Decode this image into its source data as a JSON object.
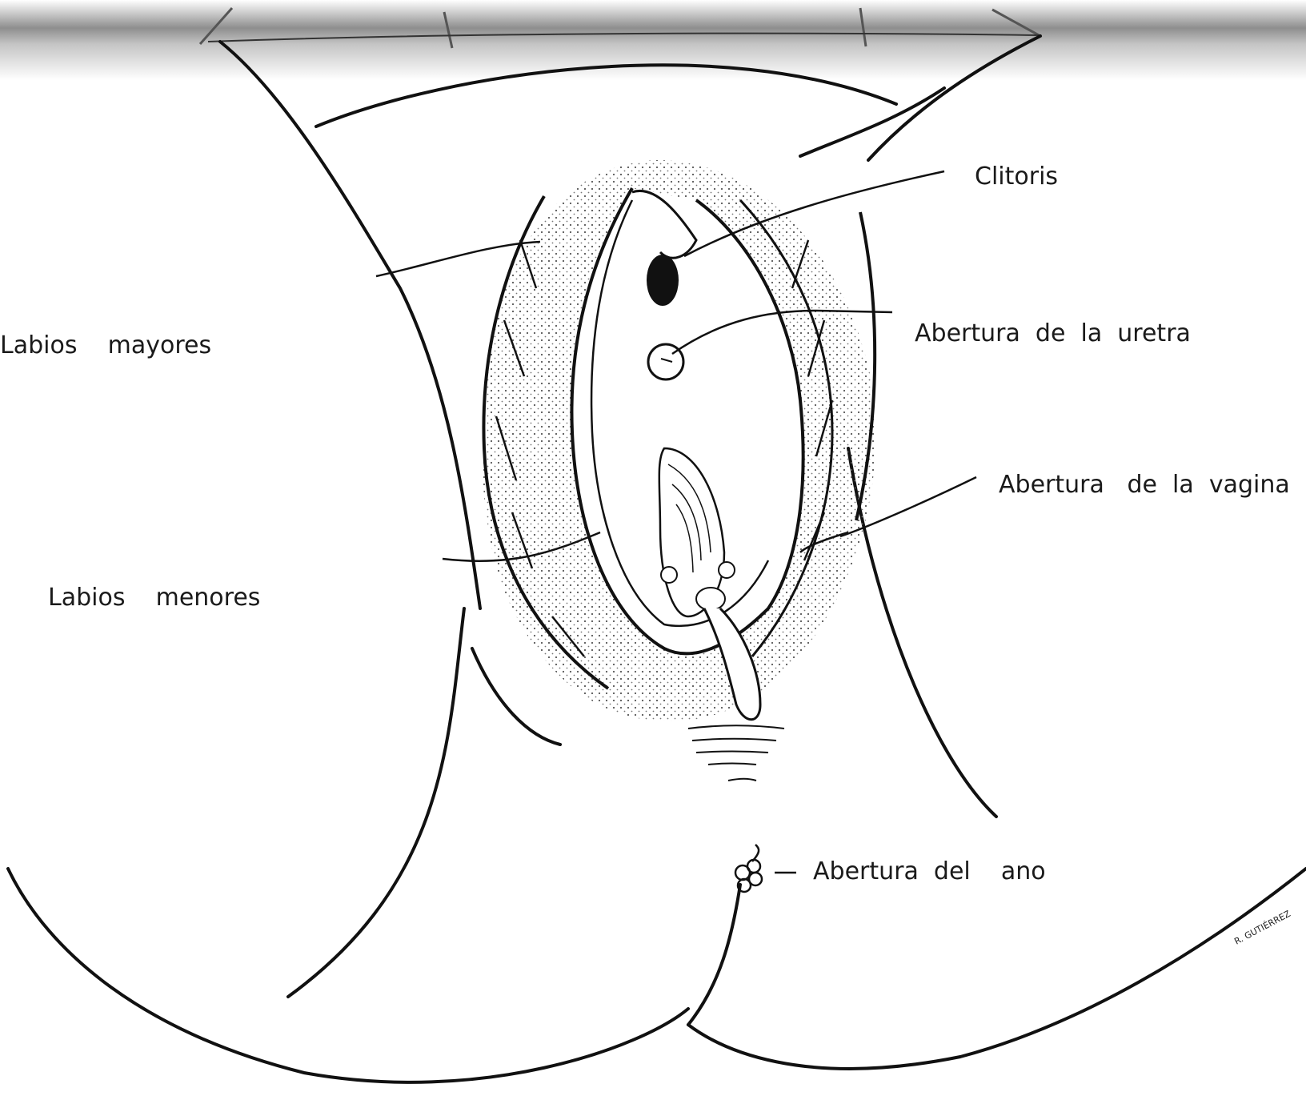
{
  "labels": {
    "clitoris": "Clitoris",
    "uretra": "Abertura  de  la  uretra",
    "vagina": "Abertura   de  la  vagina",
    "labios_mayores": "Labios    mayores",
    "labios_menores": "Labios    menores",
    "ano": "Abertura  del    ano"
  },
  "signature": "R. GUTIÉRREZ",
  "colors": {
    "line": "#111111",
    "stipple": "#555555",
    "header_shadow": "#9a9a9a",
    "background": "#ffffff"
  }
}
